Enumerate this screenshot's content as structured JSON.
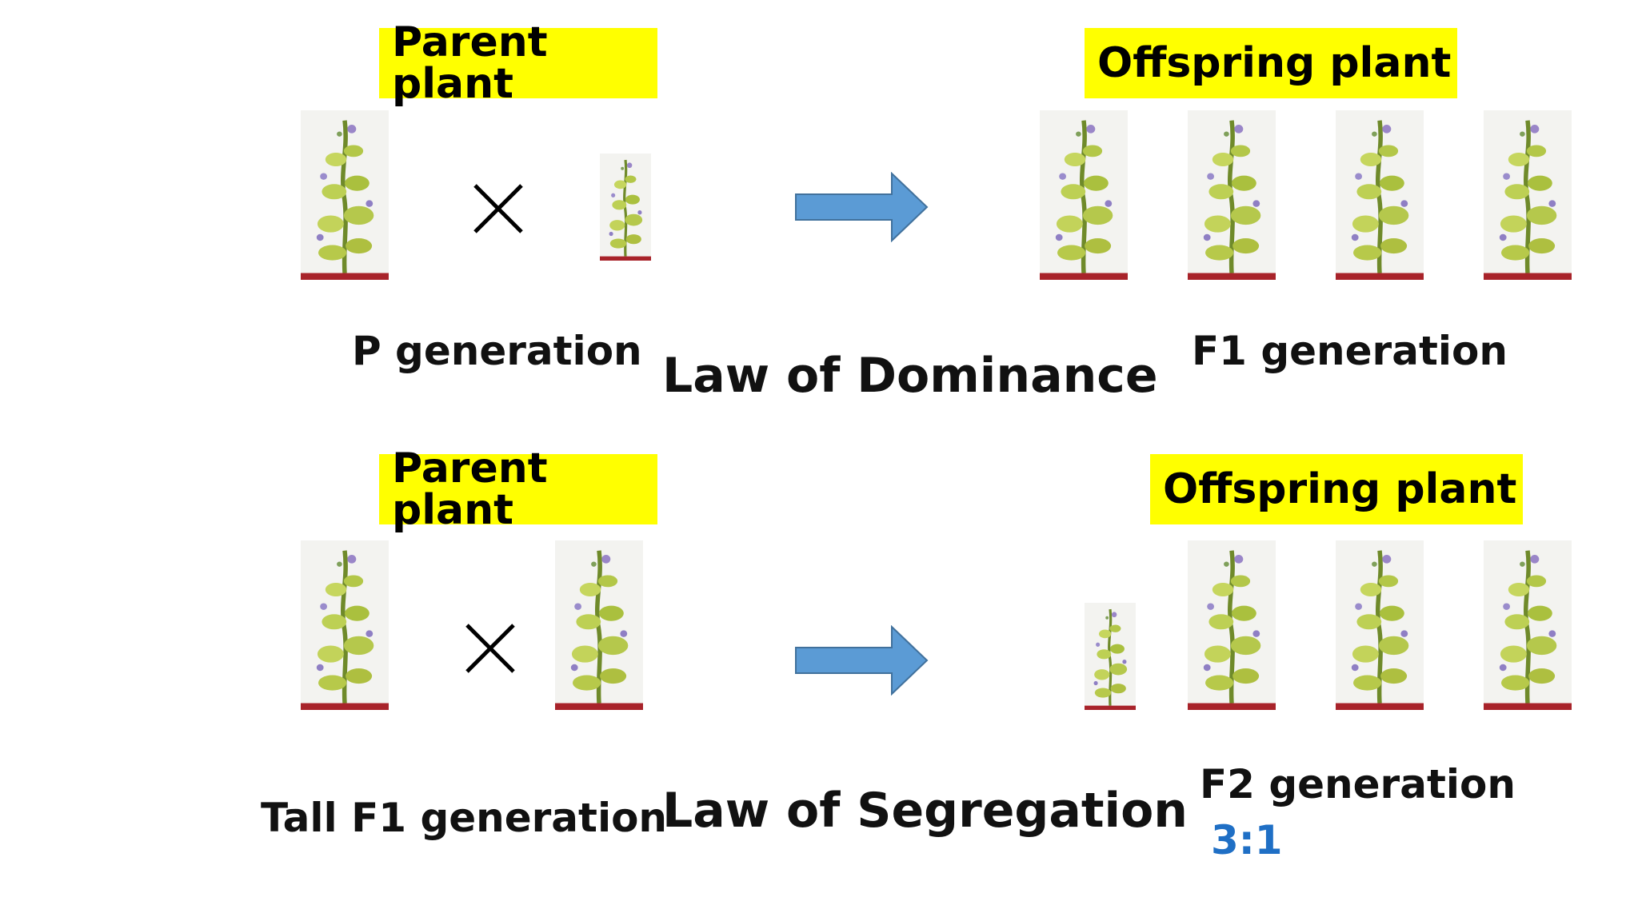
{
  "row1": {
    "parent_label": "Parent plant",
    "offspring_label": "Offspring  plant",
    "left_caption": "P generation",
    "law": "Law of Dominance",
    "right_caption": "F1 generation"
  },
  "row2": {
    "parent_label": "Parent plant",
    "offspring_label": "Offspring  plant",
    "left_caption": "Tall F1 generation",
    "law": "Law of Segregation",
    "right_caption": "F2 generation",
    "ratio": "3:1"
  },
  "colors": {
    "label_bg": "#ffff00",
    "arrow_fill": "#5b9bd5",
    "ratio_text": "#1f6fc5"
  },
  "icons": [
    "pea-plant-tall-icon",
    "pea-plant-short-icon",
    "cross-icon",
    "right-arrow-icon"
  ]
}
